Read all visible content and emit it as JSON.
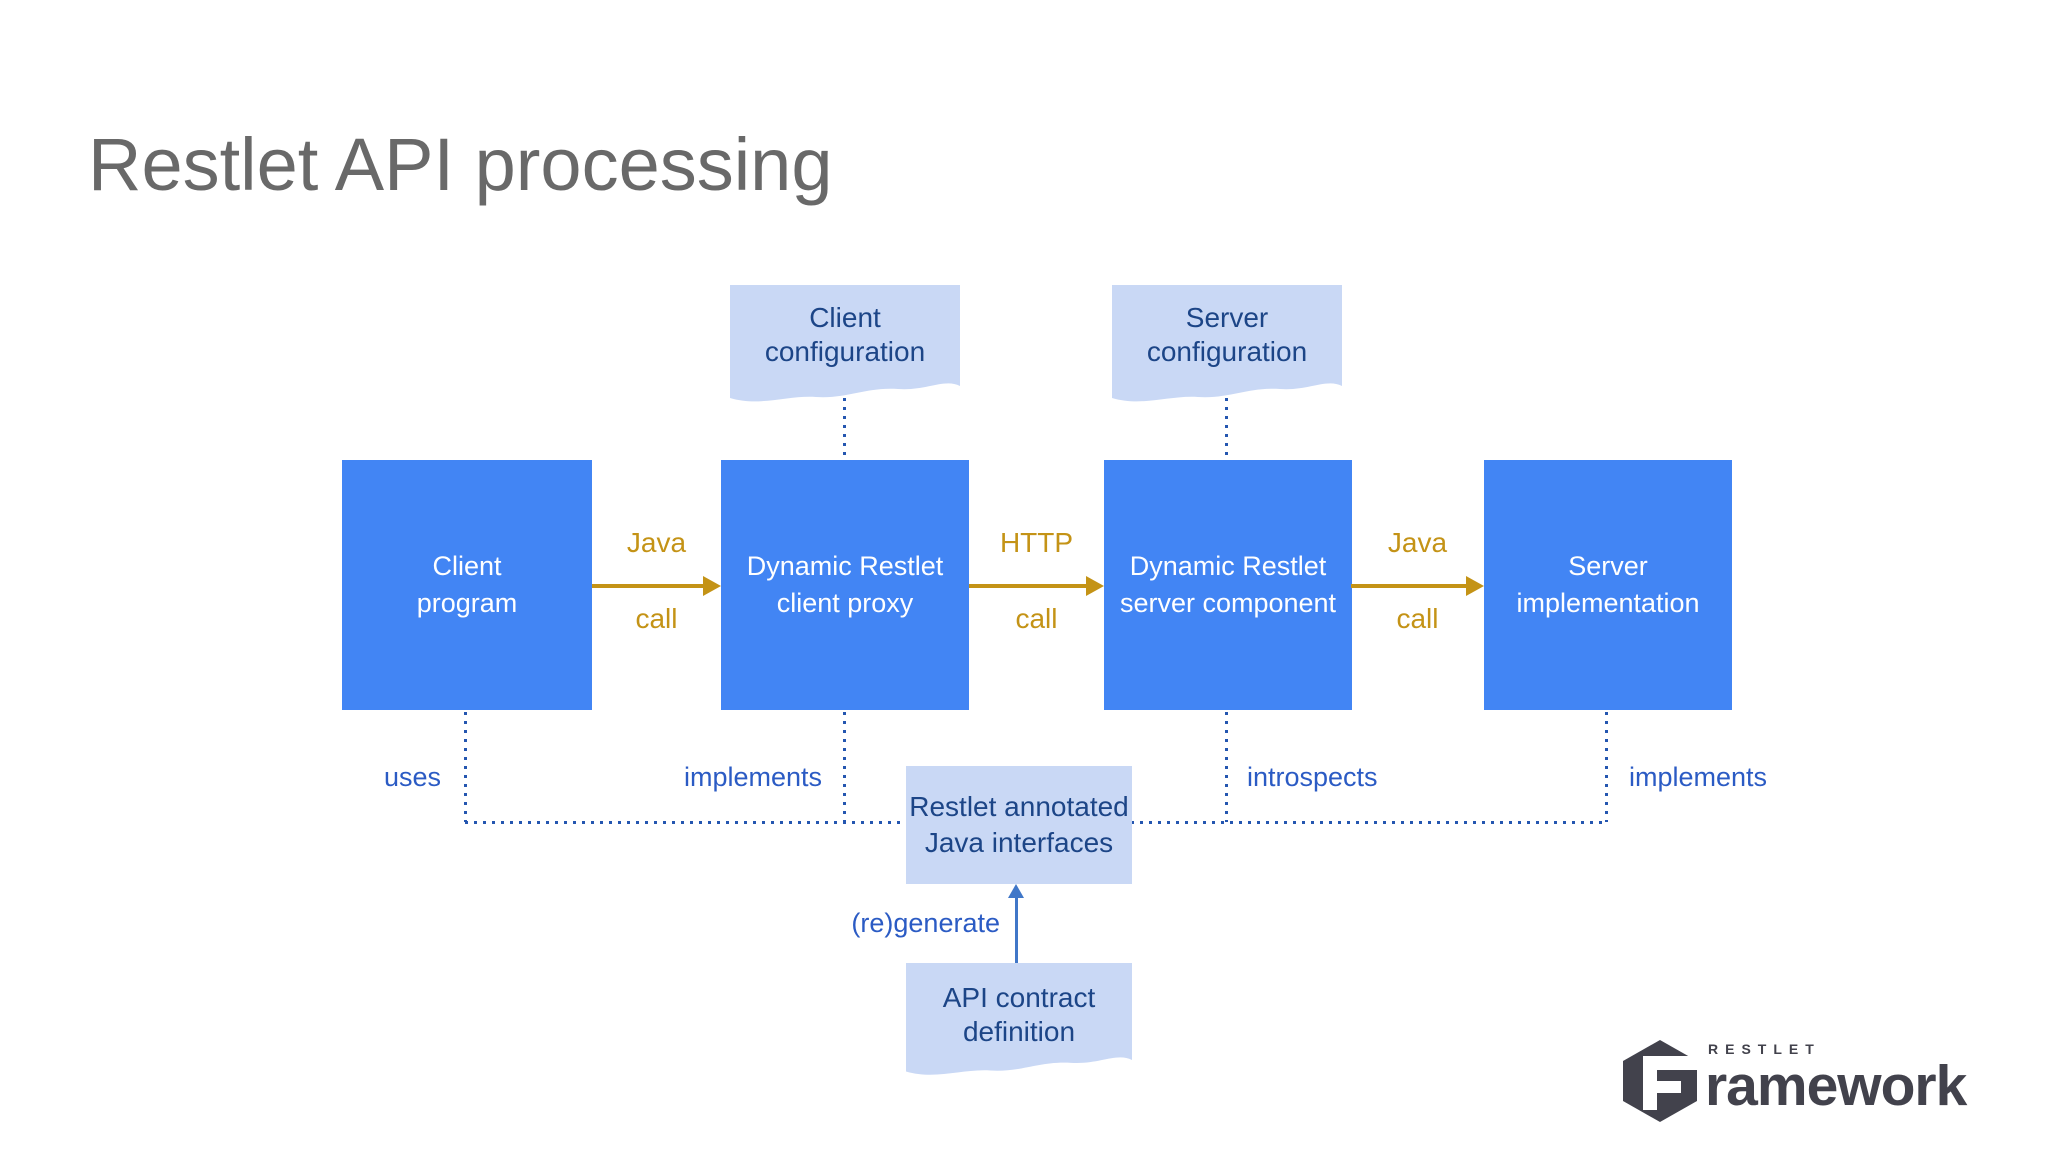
{
  "title": "Restlet API processing",
  "colors": {
    "blue_box": "#4285F4",
    "box_text": "#FFFFFF",
    "doc_fill": "#C9D8F5",
    "doc_text": "#1C4587",
    "label_blue": "#2B5BC4",
    "dotted_line": "#2456B0",
    "gold": "#C49316",
    "title_gray": "#696969",
    "up_arrow": "#4077C8",
    "logo_dark": "#42424C"
  },
  "top_docs": [
    {
      "label": "Client\nconfiguration"
    },
    {
      "label": "Server\nconfiguration"
    }
  ],
  "boxes": [
    {
      "label": "Client\nprogram"
    },
    {
      "label": "Dynamic Restlet\nclient proxy"
    },
    {
      "label": "Dynamic Restlet\nserver component"
    },
    {
      "label": "Server\nimplementation"
    }
  ],
  "flow_arrows": [
    {
      "top": "Java",
      "bottom": "call"
    },
    {
      "top": "HTTP",
      "bottom": "call"
    },
    {
      "top": "Java",
      "bottom": "call"
    }
  ],
  "relation_labels": [
    {
      "text": "uses"
    },
    {
      "text": "implements"
    },
    {
      "text": "introspects"
    },
    {
      "text": "implements"
    }
  ],
  "interfaces_box": {
    "label": "Restlet annotated\nJava interfaces"
  },
  "generate_arrow": {
    "label": "(re)generate"
  },
  "api_doc": {
    "label": "API contract\ndefinition"
  },
  "logo": {
    "brand": "RESTLET",
    "monogram": "F",
    "wordmark": "ramework"
  }
}
